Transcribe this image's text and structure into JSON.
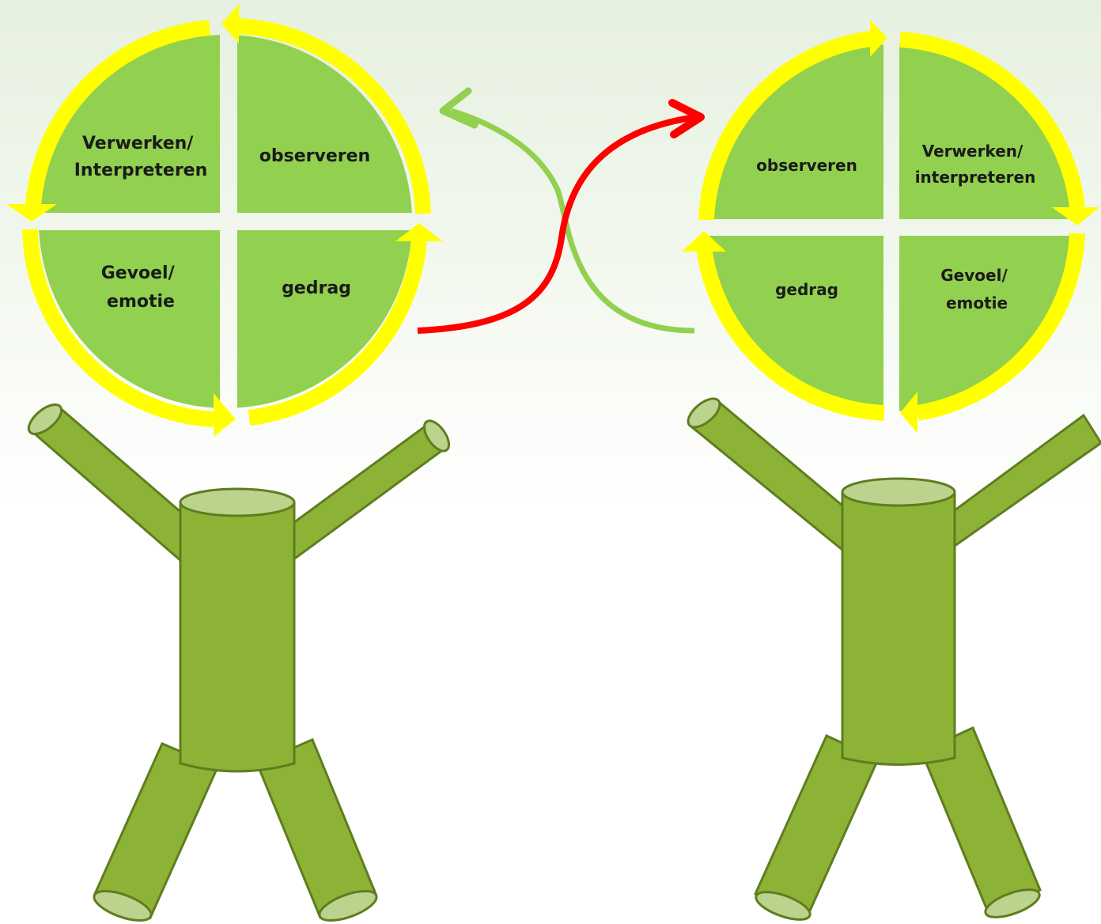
{
  "colors": {
    "quadrant": "#92d050",
    "cycle_arrows": "#ffff00",
    "figure_body": "#8db336",
    "figure_outline": "#5f7d1f",
    "limb_ends": "#bcd38e",
    "arrow_red": "#ff0000",
    "arrow_green": "#92d050"
  },
  "left_person": {
    "cycle_direction": "counter-clockwise",
    "top_left": [
      "Verwerken/",
      "Interpreteren"
    ],
    "top_right": [
      "observeren"
    ],
    "bottom_left": [
      "Gevoel/",
      "emotie"
    ],
    "bottom_right": [
      "gedrag"
    ]
  },
  "right_person": {
    "cycle_direction": "clockwise",
    "top_left": [
      "observeren"
    ],
    "top_right": [
      "Verwerken/",
      "interpreteren"
    ],
    "bottom_left": [
      "gedrag"
    ],
    "bottom_right": [
      "Gevoel/",
      "emotie"
    ]
  },
  "connectors": [
    {
      "from": "left_person.gedrag",
      "to": "right_person.observeren",
      "color": "red"
    },
    {
      "from": "right_person.gedrag",
      "to": "left_person.observeren",
      "color": "green"
    }
  ]
}
